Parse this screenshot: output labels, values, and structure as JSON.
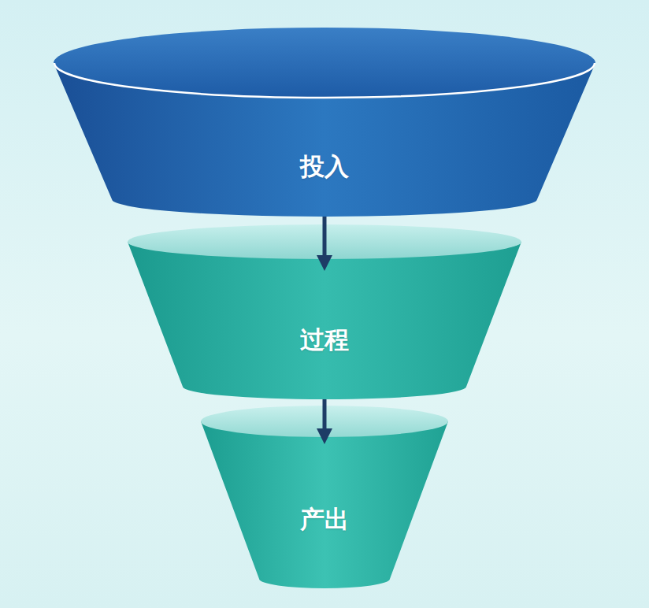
{
  "diagram": {
    "nodes": [
      {
        "text": [
          "投入"
        ]
      },
      {
        "text": [
          "过程"
        ]
      },
      {
        "text": [
          "产出"
        ]
      }
    ],
    "edges": [
      {
        "from": 0,
        "to": 1,
        "arrow": "to"
      },
      {
        "from": 1,
        "to": 2,
        "arrow": "to"
      }
    ]
  }
}
